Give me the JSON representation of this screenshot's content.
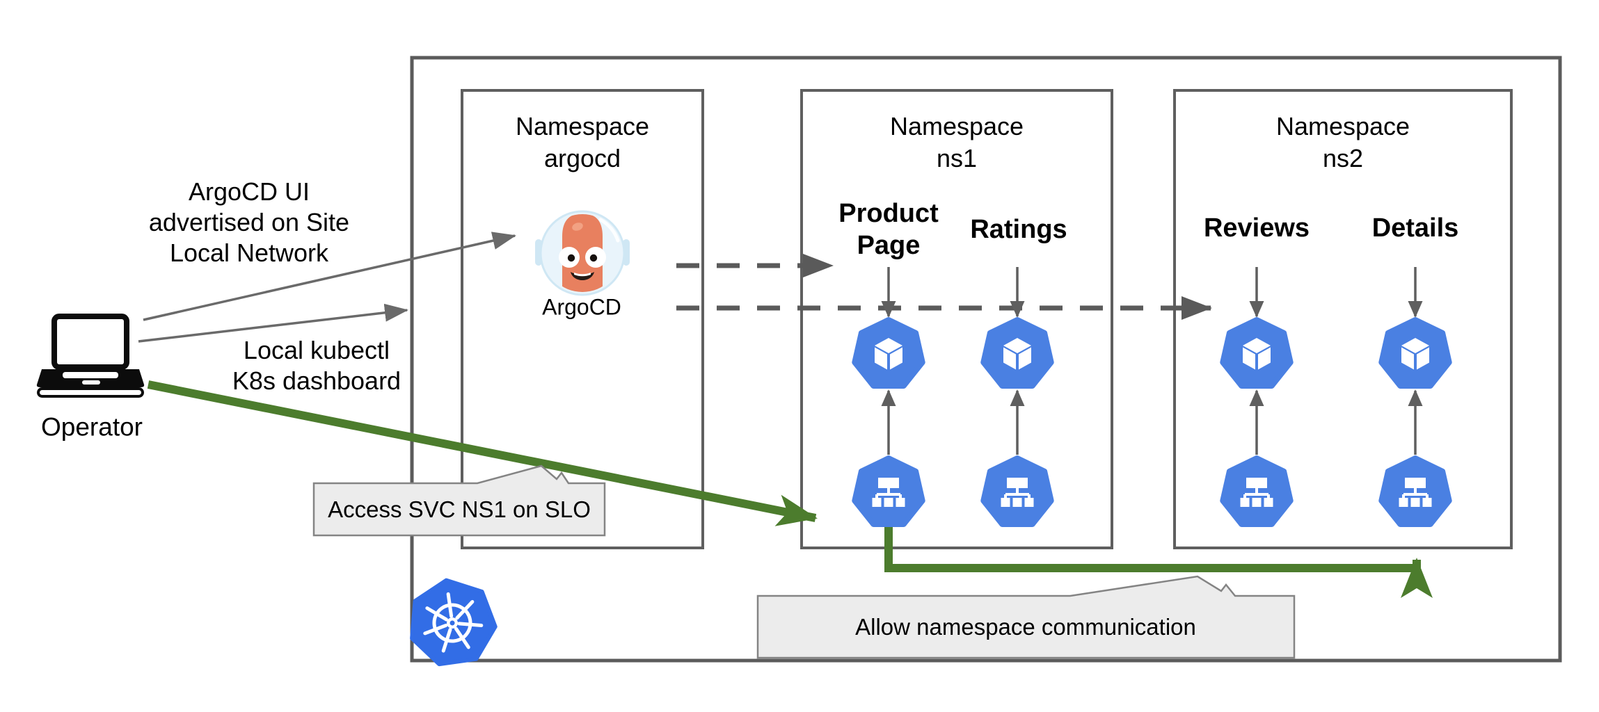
{
  "colors": {
    "box-border": "#5b5b5b",
    "arrow-gray": "#6a6a6a",
    "dash-gray": "#5a5a5a",
    "green": "#4c7c2d",
    "icon-blue": "#4a80e2",
    "k8s-blue": "#326de6",
    "callout-fill": "#ececec",
    "callout-border": "#848484",
    "mascot-skin": "#e8805f",
    "mascot-helmet": "#e9f4fb"
  },
  "operator": {
    "label": "Operator",
    "icon": "laptop-icon"
  },
  "annotations": {
    "argocd_ui": {
      "line1": "ArgoCD UI",
      "line2": "advertised on Site",
      "line3": "Local Network"
    },
    "kubectl": {
      "line1": "Local kubectl",
      "line2": "K8s dashboard"
    }
  },
  "cluster": {
    "icon": "kubernetes-logo",
    "namespaces": [
      {
        "title": "Namespace",
        "name": "argocd",
        "app": {
          "icon": "argocd-mascot",
          "label": "ArgoCD"
        }
      },
      {
        "title": "Namespace",
        "name": "ns1",
        "services": [
          {
            "label": "Product Page"
          },
          {
            "label": "Ratings"
          }
        ]
      },
      {
        "title": "Namespace",
        "name": "ns2",
        "services": [
          {
            "label": "Reviews"
          },
          {
            "label": "Details"
          }
        ]
      }
    ]
  },
  "callouts": [
    {
      "text": "Access SVC NS1 on SLO"
    },
    {
      "text": "Allow namespace communication"
    }
  ]
}
